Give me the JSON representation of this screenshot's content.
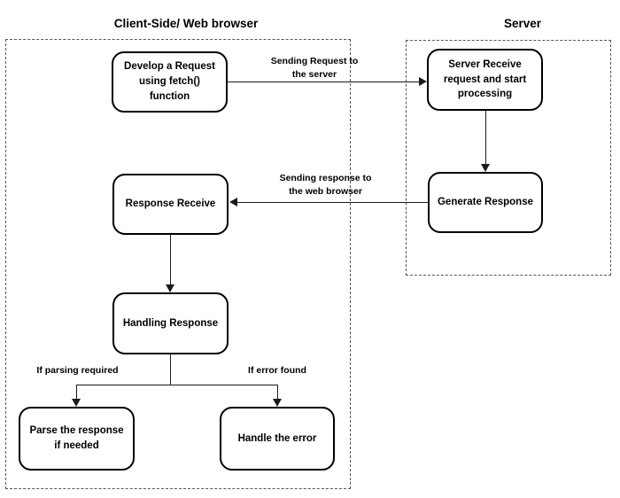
{
  "diagram": {
    "title_client": "Client-Side/ Web browser",
    "title_server": "Server",
    "accent_color": "#000000",
    "lane_border_color": "#555555",
    "connector_color": "#1a1a1a"
  },
  "nodes": {
    "develop_request": "Develop a Request using fetch() function",
    "server_receive": "Server Receive request and start processing",
    "generate_response": "Generate Response",
    "response_receive": "Response Receive",
    "handling_response": "Handling Response",
    "parse_response": "Parse the response if needed",
    "handle_error": "Handle the error"
  },
  "edges": {
    "request_label": "Sending Request to\nthe server",
    "response_label": "Sending response to\nthe web browser",
    "branch_parsing": "If parsing required",
    "branch_error": "If error found"
  }
}
